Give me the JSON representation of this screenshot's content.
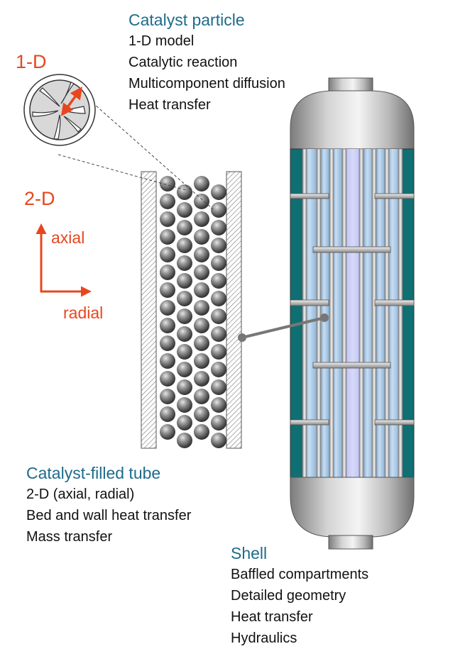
{
  "catalyst_particle": {
    "title": "Catalyst particle",
    "items": [
      "1-D model",
      "Catalytic reaction",
      "Multicomponent diffusion",
      "Heat transfer"
    ]
  },
  "catalyst_tube": {
    "title": "Catalyst-filled tube",
    "items": [
      "2-D (axial, radial)",
      "Bed and wall heat transfer",
      "Mass transfer"
    ]
  },
  "shell": {
    "title": "Shell",
    "items": [
      "Baffled compartments",
      "Detailed geometry",
      "Heat transfer",
      "Hydraulics"
    ]
  },
  "dimensions": {
    "one_d": "1-D",
    "two_d": "2-D",
    "axial": "axial",
    "radial": "radial"
  },
  "colors": {
    "heading": "#1f6b8a",
    "accent": "#e8461e",
    "shell_teal": "#0f6f72",
    "tube_blue": "#9fc3e6",
    "core_lavender": "#c9cdf5"
  }
}
